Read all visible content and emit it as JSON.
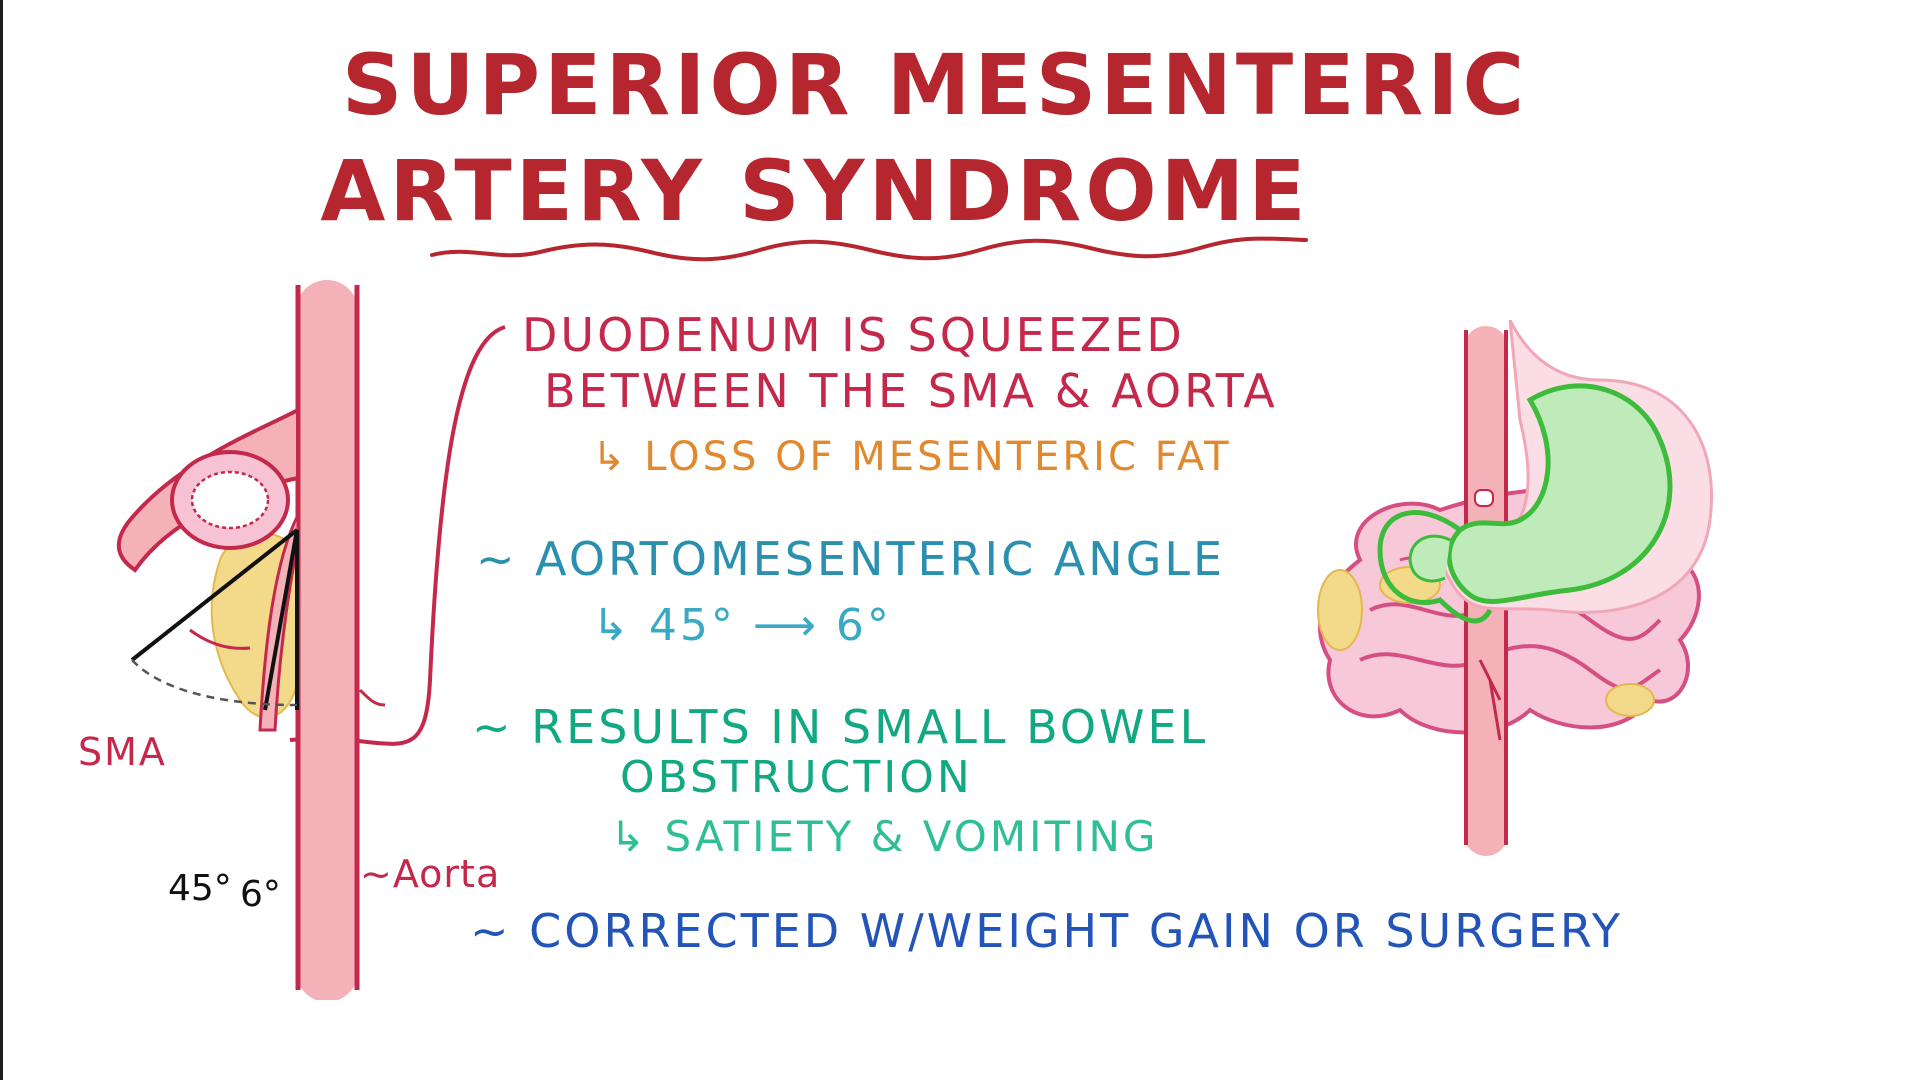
{
  "title": {
    "line1": "Superior Mesenteric",
    "line2": "Artery Syndrome"
  },
  "notes": {
    "point1_line1": "Duodenum is squeezed",
    "point1_line2": "between the SMA & Aorta",
    "point1_sub": "↳ loss of mesenteric fat",
    "point2": "~ Aortomesenteric angle",
    "point2_sub": "↳ 45° ⟶ 6°",
    "point3_line1": "~ Results in small bowel",
    "point3_line2": "obstruction",
    "point3_sub": "↳ satiety & vomiting",
    "point4": "~ Corrected w/weight gain or surgery"
  },
  "diagram_labels": {
    "sma": "SMA",
    "aorta": "~Aorta",
    "angle_normal": "45°",
    "angle_narrow": "6°"
  },
  "colors": {
    "title": "#b5262e",
    "aorta_fill": "#f4b1b8",
    "aorta_stroke": "#c4294b",
    "fat": "#f3d98a",
    "stomach": "#bfeab9",
    "stomach_outline": "#3dbb3a",
    "intestine": "#f6c8d8",
    "intestine_outline": "#d64f82"
  }
}
